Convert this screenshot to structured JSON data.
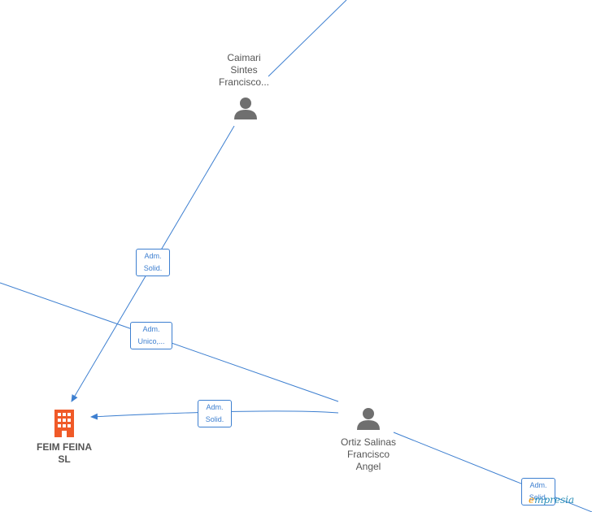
{
  "nodes": {
    "caimari": {
      "line1": "Caimari",
      "line2": "Sintes",
      "line3": "Francisco..."
    },
    "ortiz": {
      "line1": "Ortiz Salinas",
      "line2": "Francisco",
      "line3": "Angel"
    },
    "company": {
      "line1": "FEIM FEINA",
      "line2": "SL"
    }
  },
  "edges": {
    "caimari_company": {
      "line1": "Adm.",
      "line2": "Solid."
    },
    "offscreen_ortiz": {
      "line1": "Adm.",
      "line2": "Unico,..."
    },
    "ortiz_company": {
      "line1": "Adm.",
      "line2": "Solid."
    },
    "ortiz_offscreen": {
      "line1": "Adm.",
      "line2": "Solid."
    }
  },
  "watermark": {
    "brand": "mpresia",
    "initial": "e"
  },
  "colors": {
    "edge": "#3d7fd0",
    "company": "#f05a28",
    "person": "#6f6f6f"
  }
}
